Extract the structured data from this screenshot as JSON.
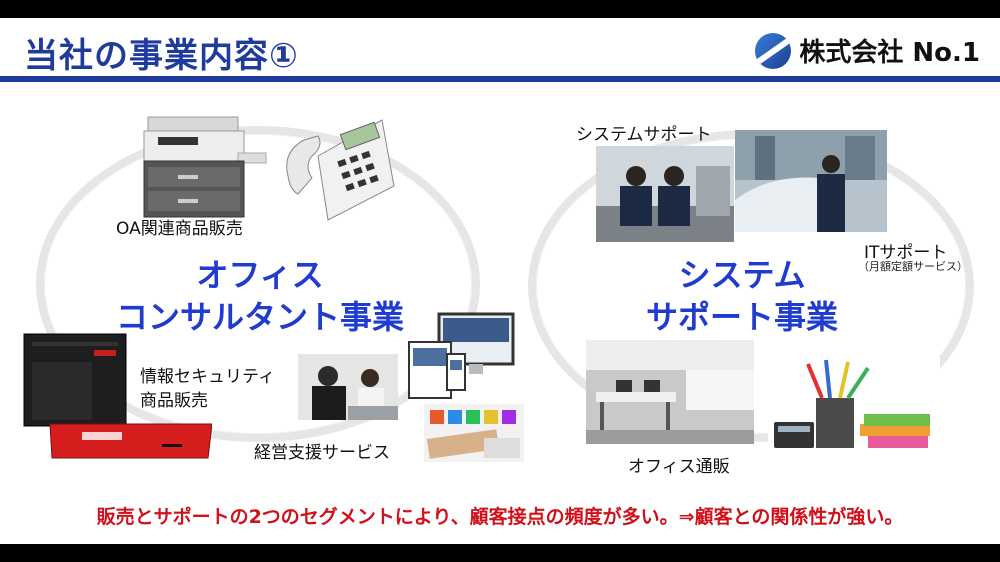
{
  "title": "当社の事業内容①",
  "company": "株式会社 No.1",
  "left_group": {
    "line1": "オフィス",
    "line2": "コンサルタント事業",
    "label_oa": "OA関連商品販売",
    "label_security_1": "情報セキュリティ",
    "label_security_2": "商品販売",
    "label_support": "経営支援サービス"
  },
  "right_group": {
    "line1": "システム",
    "line2": "サポート事業",
    "label_system_support": "システムサポート",
    "label_it_support": "ITサポート",
    "label_it_support_sub": "（月額定額サービス）",
    "label_office_mail": "オフィス通販"
  },
  "footer": "販売とサポートの2つのセグメントにより、顧客接点の頻度が多い。⇒顧客との関係性が強い。",
  "colors": {
    "title": "#1f3b9c",
    "headline": "#1f3bd0",
    "footer": "#d0101a"
  }
}
